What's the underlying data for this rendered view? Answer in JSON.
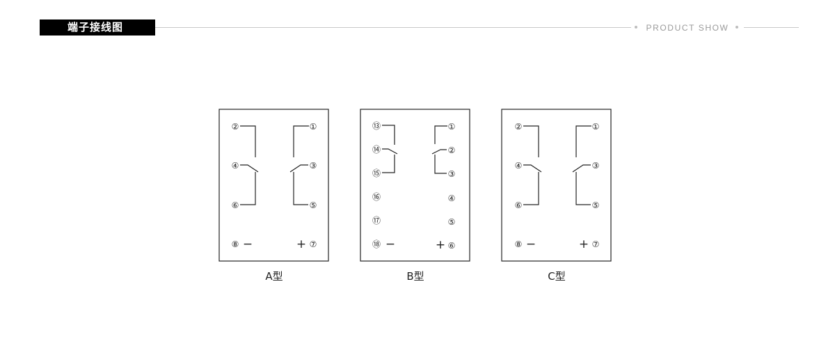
{
  "header": {
    "title": "端子接线图",
    "subtitle": "PRODUCT SHOW"
  },
  "diagrams": [
    {
      "caption": "A型",
      "left_terminals": [
        "②",
        "④",
        "⑥",
        "⑧"
      ],
      "right_terminals": [
        "①",
        "③",
        "⑤",
        "⑦"
      ],
      "minus_sign": "−",
      "plus_sign": "+"
    },
    {
      "caption": "B型",
      "left_terminals": [
        "⑬",
        "⑭",
        "⑮",
        "⑯",
        "⑰",
        "⑱"
      ],
      "right_terminals": [
        "①",
        "②",
        "③",
        "④",
        "⑤",
        "⑥"
      ],
      "minus_sign": "−",
      "plus_sign": "+"
    },
    {
      "caption": "C型",
      "left_terminals": [
        "②",
        "④",
        "⑥",
        "⑧"
      ],
      "right_terminals": [
        "①",
        "③",
        "⑤",
        "⑦"
      ],
      "minus_sign": "−",
      "plus_sign": "+"
    }
  ],
  "colors": {
    "line": "#222222",
    "header_bar": "#000000",
    "rule": "#c9c9c9"
  }
}
